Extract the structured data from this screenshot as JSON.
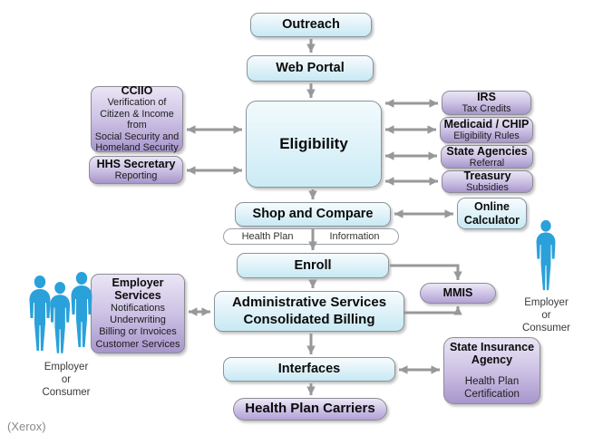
{
  "credit": "(Xerox)",
  "colors": {
    "box_blue_top": "#f8fcfe",
    "box_blue_bottom": "#c7e9f4",
    "box_purple_top": "#eae5f5",
    "box_purple_bottom": "#a796cc",
    "arrow": "#97989a",
    "people": "#2aa1da"
  },
  "nodes": {
    "outreach": {
      "label": "Outreach"
    },
    "web_portal": {
      "label": "Web Portal"
    },
    "eligibility": {
      "label": "Eligibility"
    },
    "cciio": {
      "title": "CCIIO",
      "lines": [
        "Verification of",
        "Citizen & Income",
        "from",
        "Social Security and",
        "Homeland Security"
      ]
    },
    "hhs": {
      "title": "HHS Secretary",
      "lines": [
        "Reporting"
      ]
    },
    "irs": {
      "title": "IRS",
      "lines": [
        "Tax Credits"
      ]
    },
    "medicaid": {
      "title": "Medicaid / CHIP",
      "lines": [
        "Eligibility Rules"
      ]
    },
    "state_agencies": {
      "title": "State Agencies",
      "lines": [
        "Referral"
      ]
    },
    "treasury": {
      "title": "Treasury",
      "lines": [
        "Subsidies"
      ]
    },
    "shop_compare": {
      "label": "Shop and Compare"
    },
    "online_calculator": {
      "lines": [
        "Online",
        "Calculator"
      ]
    },
    "health_plan_info": {
      "left": "Health Plan",
      "right": "Information"
    },
    "enroll": {
      "label": "Enroll"
    },
    "mmis": {
      "label": "MMIS"
    },
    "admin_services": {
      "lines": [
        "Administrative Services",
        "Consolidated Billing"
      ]
    },
    "employer_services": {
      "title_lines": [
        "Employer",
        "Services"
      ],
      "lines": [
        "Notifications",
        "Underwriting",
        "Billing or Invoices",
        "Customer Services"
      ]
    },
    "interfaces": {
      "label": "Interfaces"
    },
    "state_insurance": {
      "title_lines": [
        "State Insurance",
        "Agency"
      ],
      "lines": [
        "Health Plan",
        "Certification"
      ]
    },
    "carriers": {
      "label": "Health Plan Carriers"
    }
  },
  "people_left": {
    "label_lines": [
      "Employer",
      "or",
      "Consumer"
    ]
  },
  "people_right": {
    "label_lines": [
      "Employer",
      "or",
      "Consumer"
    ]
  }
}
